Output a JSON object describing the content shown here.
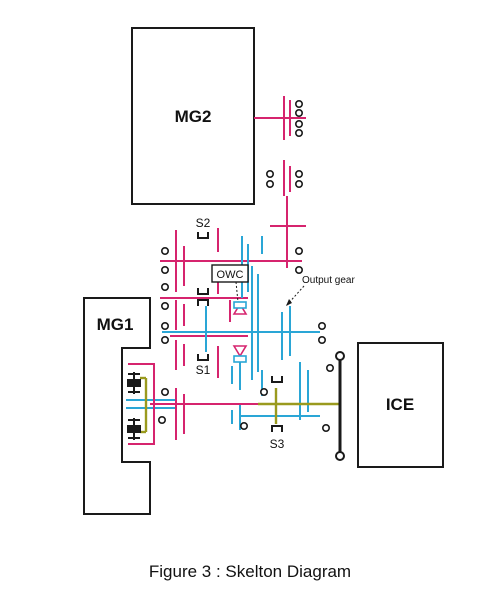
{
  "labels": {
    "mg2": "MG2",
    "mg1": "MG1",
    "ice": "ICE",
    "s1": "S1",
    "s2": "S2",
    "s3": "S3",
    "owc": "OWC",
    "output_gear": "Output gear"
  },
  "caption": "Figure 3 : Skelton Diagram",
  "colors": {
    "magenta": "#d6246e",
    "cyan": "#2aa6d6",
    "olive": "#9a9a1e",
    "black": "#1a1a1a"
  }
}
